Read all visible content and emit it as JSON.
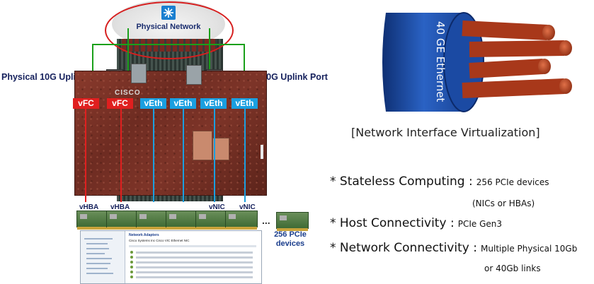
{
  "left_diagram": {
    "cloud_label": "Physical Network",
    "uplink_left_label": "Physical 10G Uplink Port",
    "uplink_right_label": "Physical 10G Uplink Port",
    "board_brand": "CISCO",
    "ports": [
      {
        "label": "vFC",
        "kind": "vfc"
      },
      {
        "label": "vFC",
        "kind": "vfc"
      },
      {
        "label": "vEth",
        "kind": "veth"
      },
      {
        "label": "vEth",
        "kind": "veth"
      },
      {
        "label": "vEth",
        "kind": "veth"
      },
      {
        "label": "vEth",
        "kind": "veth"
      }
    ],
    "adapters": [
      {
        "label": "vHBA"
      },
      {
        "label": "vHBA"
      },
      {
        "label": "vNIC"
      },
      {
        "label": "vNIC"
      }
    ],
    "more_indicator": "...",
    "pcie_count_label": "256 PCIe devices",
    "screenshot_title": "Network Adapters",
    "screenshot_subtitle": "Cisco Systems Inc Cisco VIC Ethernet NIC"
  },
  "cable": {
    "label": "40 GE Ethernet"
  },
  "caption": "[Network Interface Virtualization]",
  "bullets": [
    {
      "key": "* Stateless Computing :",
      "value": "256 PCIe devices",
      "continuation": "(NICs or HBAs)"
    },
    {
      "key": "* Host Connectivity :",
      "value": "PCIe Gen3",
      "continuation": ""
    },
    {
      "key": "* Network Connectivity :",
      "value": "Multiple Physical 10Gb",
      "continuation": "or 40Gb links"
    }
  ],
  "colors": {
    "vfc": "#e01f1f",
    "veth": "#1a9fe0",
    "cable_outer": "#1f4fa8",
    "wire_fill": "#c0431e",
    "accent_red": "#d61e1e",
    "uplink_text": "#15205c"
  }
}
